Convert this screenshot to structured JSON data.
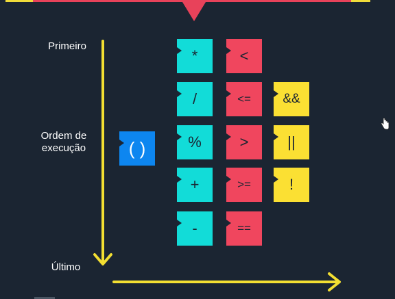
{
  "labels": {
    "first": "Primeiro",
    "order_line1": "Ordem de",
    "order_line2": "execução",
    "last": "Último"
  },
  "operators": {
    "grouping": [
      "( )"
    ],
    "arithmetic": [
      "*",
      "/",
      "%",
      "+",
      "-"
    ],
    "relational": [
      "<",
      "<=",
      ">",
      ">=",
      "=="
    ],
    "logical": [
      "&&",
      "||",
      "!"
    ]
  },
  "colors": {
    "background": "#1b2532",
    "arithmetic": "#12dcd8",
    "relational": "#f0465e",
    "logical": "#fbe033",
    "grouping": "#0d86f0",
    "arrows": "#f3df32",
    "marker": "#e8425a"
  },
  "icons": {
    "cursor": "hand-cursor-icon",
    "marker": "triangle-marker-icon",
    "arrow_down": "arrow-down-icon",
    "arrow_right": "arrow-right-icon"
  }
}
